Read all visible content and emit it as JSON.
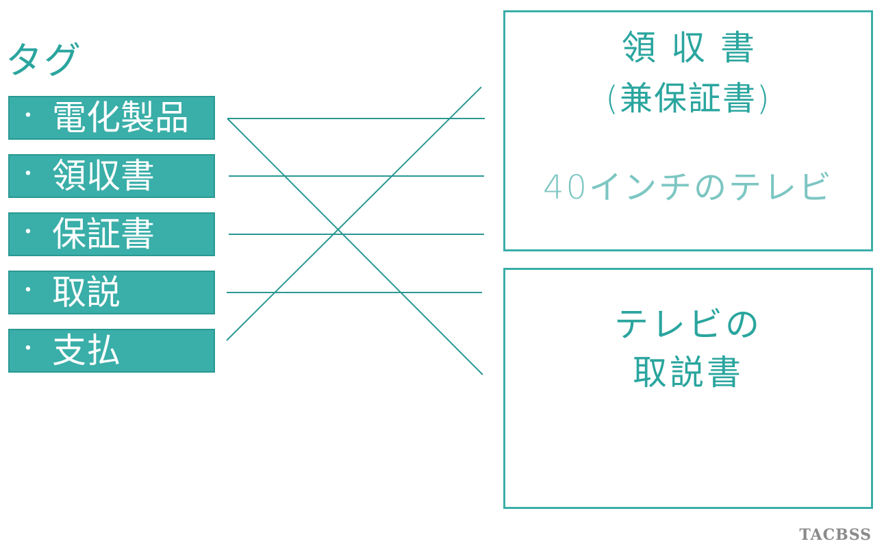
{
  "heading": "タグ",
  "tags": [
    "電化製品",
    "領収書",
    "保証書",
    "取説",
    "支払"
  ],
  "tag_bullet": "・",
  "document_1": {
    "title": "領収書",
    "subtitle": "(兼保証書)",
    "item": "40インチのテレビ"
  },
  "document_2": {
    "line1": "テレビの",
    "line2": "取説書"
  },
  "logo": "TACBSS",
  "colors": {
    "accent": "#3aaea8",
    "text_accent": "#2aa59e",
    "muted_accent": "#7cc6c2",
    "logo": "#8a8a8a"
  }
}
